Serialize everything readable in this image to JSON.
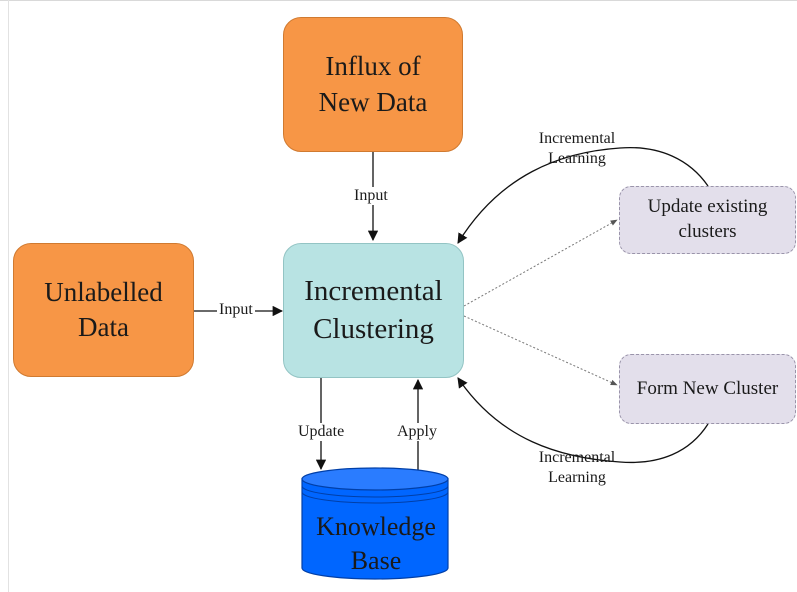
{
  "nodes": {
    "influx": "Influx of New Data",
    "unlabelled": "Unlabelled Data",
    "clustering": "Incremental Clustering",
    "update_existing": "Update existing clusters",
    "form_new": "Form New Cluster",
    "knowledge_base": "Knowledge Base"
  },
  "edges": {
    "input_top": "Input",
    "input_left": "Input",
    "update": "Update",
    "apply": "Apply",
    "learning_top_1": "Incremental",
    "learning_top_2": "Learning",
    "learning_bottom_1": "Incremental",
    "learning_bottom_2": "Learning"
  },
  "colors": {
    "orange": "#f79646",
    "teal": "#b8e3e3",
    "lilac": "#e3dfeb",
    "database": "#0066ff"
  }
}
